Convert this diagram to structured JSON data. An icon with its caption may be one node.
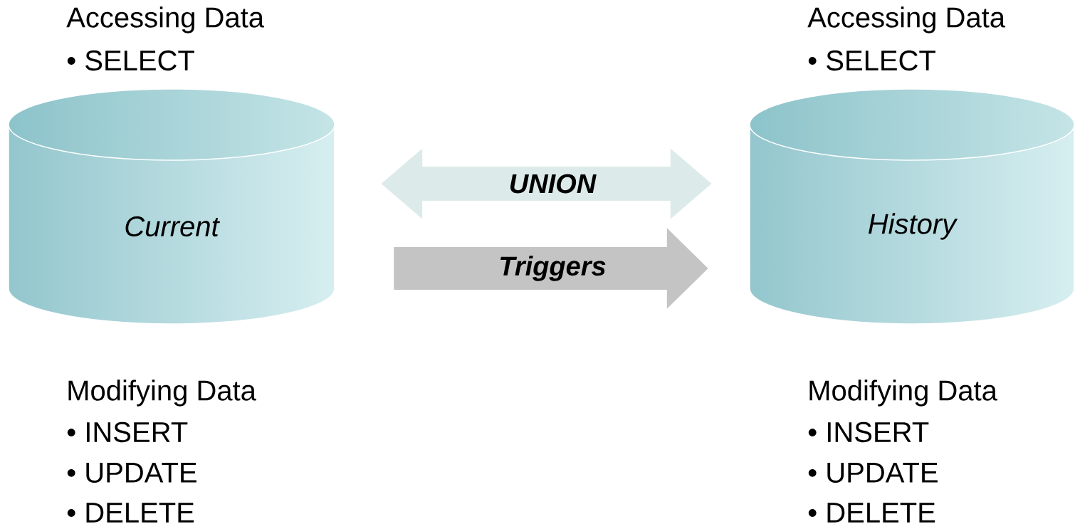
{
  "diagram": {
    "nodes": [
      {
        "text": [
          "Current"
        ],
        "beside": [
          "Accessing Data",
          "• SELECT",
          "Modifying Data",
          "• INSERT",
          "• UPDATE",
          "• DELETE"
        ]
      },
      {
        "text": [
          "History"
        ],
        "beside": [
          "Accessing Data",
          "• SELECT",
          "Modifying Data",
          "• INSERT",
          "• UPDATE",
          "• DELETE"
        ]
      }
    ],
    "edges": [
      {
        "from": 0,
        "to": 1,
        "arrow": "both",
        "label": "UNION",
        "color": "#dcebea"
      },
      {
        "from": 0,
        "to": 1,
        "arrow": "to",
        "label": "Triggers",
        "color": "#c4c4c4"
      }
    ]
  }
}
